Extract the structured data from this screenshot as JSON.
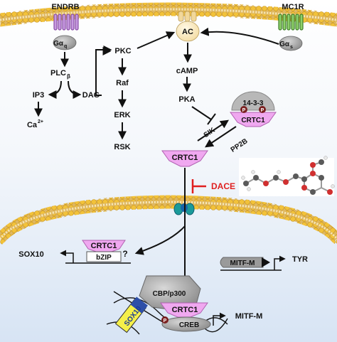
{
  "receptors": {
    "endrb": "ENDRB",
    "mc1r": "MC1R"
  },
  "g_proteins": {
    "gaq_main": "Gα",
    "gaq_sub": "q",
    "gas_main": "Gα",
    "gas_sub": "s"
  },
  "nodes": {
    "plc_main": "PLC",
    "plc_sub": "β",
    "ip3": "IP3",
    "dag": "DAG",
    "ca_main": "Ca",
    "ca_sup": "2+",
    "pkc": "PKC",
    "raf": "Raf",
    "erk": "ERK",
    "rsk": "RSK",
    "ac": "AC",
    "camp": "cAMP",
    "pka": "PKA",
    "protein_1433": "14-3-3",
    "crtc1": "CRTC1",
    "sik": "SIK",
    "pp2b": "PP2B",
    "dace": "DACE",
    "sox10": "SOX10",
    "bzip": "bZIP",
    "unknown": "?",
    "mitf_m": "MITF-M",
    "tyr": "TYR",
    "cbp_p300": "CBP/p300",
    "creb": "CREB",
    "phospho": "P"
  },
  "colors": {
    "crtc1": "#f0a8f0",
    "inhibitor": "#e02020",
    "membrane_head": "#f2c23a",
    "gray_protein": "#9a9a9a",
    "sox10_box": "#f5f04a"
  }
}
